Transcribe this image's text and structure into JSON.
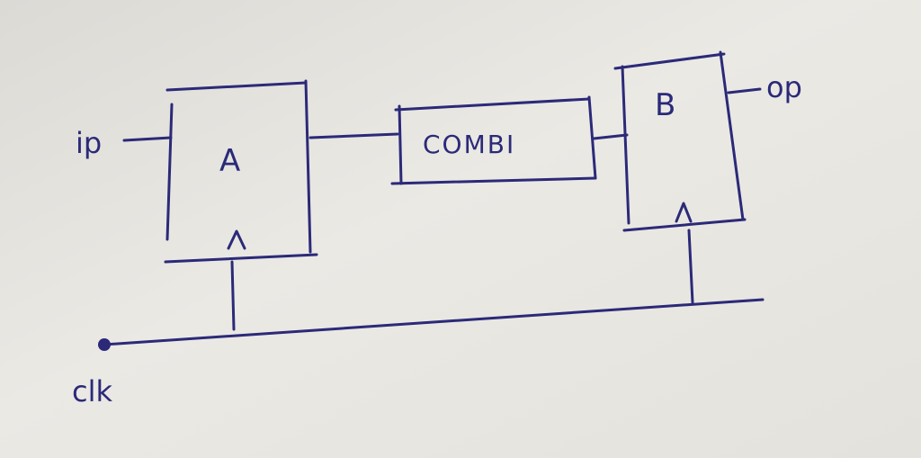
{
  "diagram": {
    "block_a": {
      "label": "A",
      "clock_mark": "^"
    },
    "block_combi": {
      "label": "COMBI"
    },
    "block_b": {
      "label": "B",
      "clock_mark": "^"
    },
    "input": {
      "label": "ip"
    },
    "output": {
      "label": "op"
    },
    "clock": {
      "label": "clk"
    },
    "ink_color": "#2b2a78",
    "paper_color": "#e8e6e1"
  }
}
